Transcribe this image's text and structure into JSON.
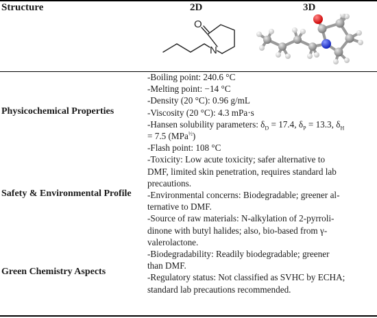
{
  "headers": {
    "structure": "Structure",
    "twod": "2D",
    "threed": "3D"
  },
  "molecule_2d": {
    "oxygen_label": "O",
    "nitrogen_label": "N"
  },
  "sections": {
    "physicochemical": "Physicochemical Properties",
    "safety": "Safety & Environmental Profile",
    "green": "Green Chemistry Aspects"
  },
  "properties": {
    "boiling": "-Boiling point: 240.6 °C",
    "melting": "-Melting point: −14 °C",
    "density": "-Density (20 °C): 0.96 g/mL",
    "viscosity": "-Viscosity (20 °C): 4.3 mPa·s",
    "hansen_line1": {
      "prefix": "-Hansen solubility parameters: δ",
      "sub_d": "D",
      "mid_d": " = 17.4, δ",
      "sub_p": "P",
      "mid_p": " = 13.3, δ",
      "sub_h": "H"
    },
    "hansen_line2": {
      "prefix": "= 7.5 (MPa",
      "sup": "½",
      "suffix": ")"
    },
    "flash": "-Flash point: 108 °C",
    "toxicity": [
      "-Toxicity: Low acute toxicity; safer alternative to",
      "DMF, limited skin penetration, requires standard lab",
      "precautions."
    ],
    "environmental": [
      "-Environmental concerns: Biodegradable; greener al-",
      "ternative to DMF."
    ],
    "raw_materials": [
      "-Source of raw materials: N-alkylation of 2-pyrroli-",
      "dinone with butyl halides; also, bio-based from γ-",
      "valerolactone."
    ],
    "biodegradability": [
      "-Biodegradability: Readily biodegradable; greener",
      "than DMF."
    ],
    "regulatory": [
      "-Regulatory status: Not classified as SVHC by ECHA;",
      "standard lab precautions recommended."
    ]
  },
  "colors": {
    "carbon": "#9a9a9a",
    "hydrogen": "#f2f2f2",
    "nitrogen": "#2233dd",
    "oxygen": "#ee1111"
  }
}
